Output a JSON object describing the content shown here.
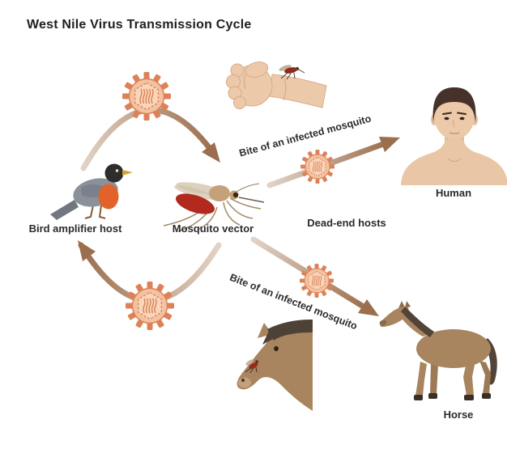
{
  "title": "West Nile Virus Transmission Cycle",
  "labels": {
    "bird": "Bird amplifier host",
    "mosquito": "Mosquito vector",
    "dead_end": "Dead-end hosts",
    "human": "Human",
    "horse": "Horse"
  },
  "captions": {
    "bite_to_human": "Bite of an infected mosquito",
    "bite_to_horse": "Bite of an infected mosquito"
  },
  "icons": {
    "virus": "virus-particle-icon"
  },
  "colors": {
    "background": "#ffffff",
    "text": "#2b2b2b",
    "arrow_light": "#e2d3c6",
    "arrow_dark": "#9b6e4d",
    "virus_spike": "#dd8258",
    "virus_body": "#f3c2a0",
    "virus_core": "#f8d5bb",
    "virus_detail": "#d97c4e",
    "bird_breast": "#e2622b",
    "mosquito_abdomen": "#b22a1e",
    "skin": "#eccaa9",
    "horse_brown": "#a8845f"
  }
}
